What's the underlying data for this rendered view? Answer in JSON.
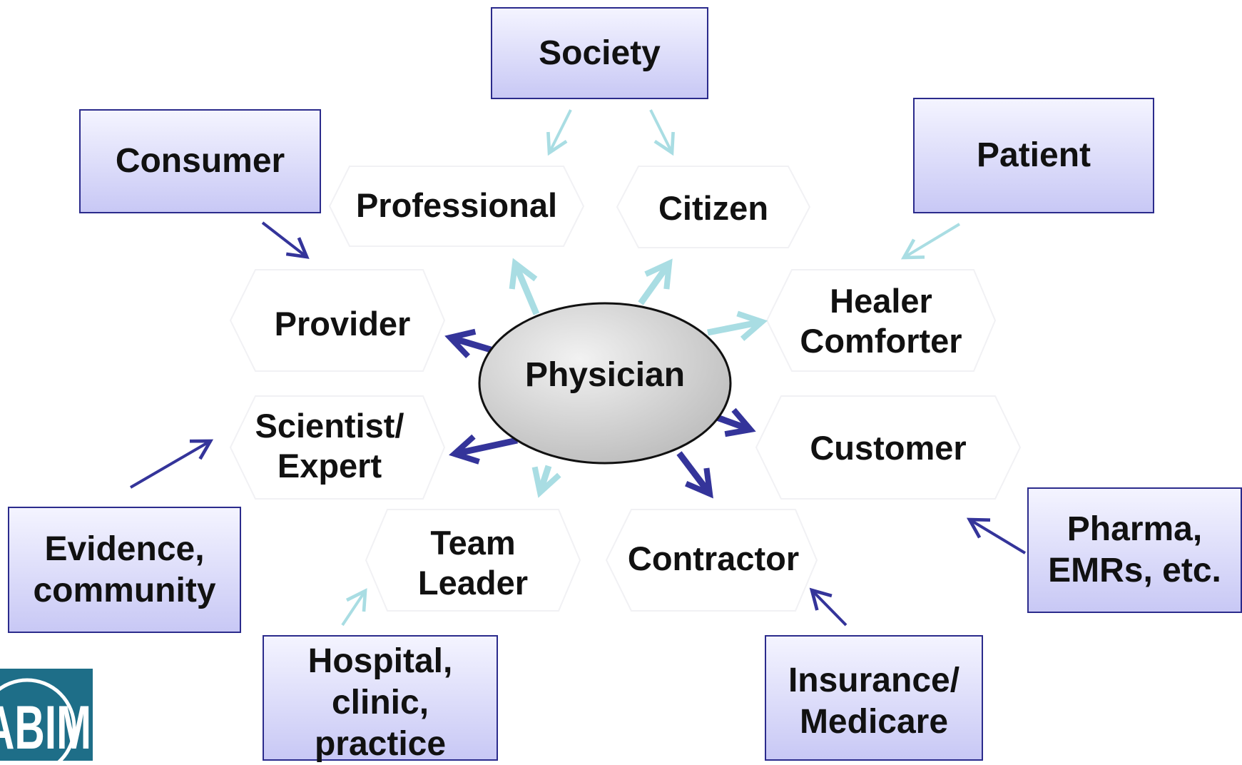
{
  "center": {
    "label": "Physician"
  },
  "sources": {
    "society": "Society",
    "consumer": "Consumer",
    "patient": "Patient",
    "evidence": "Evidence,\ncommunity",
    "hospital": "Hospital,\nclinic,\npractice",
    "insurance": "Insurance/\nMedicare",
    "pharma": "Pharma,\nEMRs, etc."
  },
  "roles": {
    "professional": "Professional",
    "citizen": "Citizen",
    "provider": "Provider",
    "healer": "Healer\nComforter",
    "scientist": "Scientist/\nExpert",
    "customer": "Customer",
    "team_leader": "Team\nLeader",
    "contractor": "Contractor"
  },
  "logo": {
    "icon": "abim-logo-icon",
    "text": "ABIM"
  },
  "colors": {
    "box_border": "#2b2b8c",
    "box_fill_top": "#f4f4ff",
    "box_fill_bottom": "#c8c8f5",
    "arrow_dark": "#34349a",
    "arrow_light": "#a9dde3",
    "ellipse_fill": "#cfcfcf",
    "logo_bg": "#1e6e88"
  }
}
